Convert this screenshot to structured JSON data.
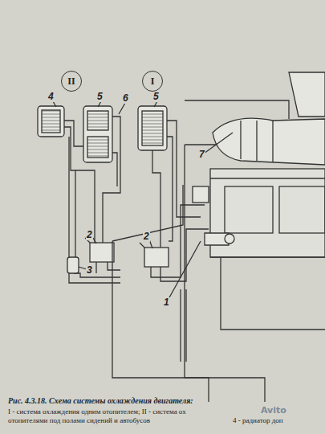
{
  "diagram": {
    "caption": "Рис. 4.3.18. Схема системы охлаждения двигателя:",
    "nodes": [
      {
        "text": [
          "II"
        ]
      },
      {
        "text": [
          "I"
        ]
      }
    ],
    "labels": [
      "4",
      "5",
      "6",
      "5",
      "7",
      "2",
      "2",
      "3",
      "1",
      "I - система охлаждения одним отопителем; II - система ох",
      "отопителями под полами сидений и автобусов",
      "4 - радиатор доп",
      "Avito"
    ]
  }
}
